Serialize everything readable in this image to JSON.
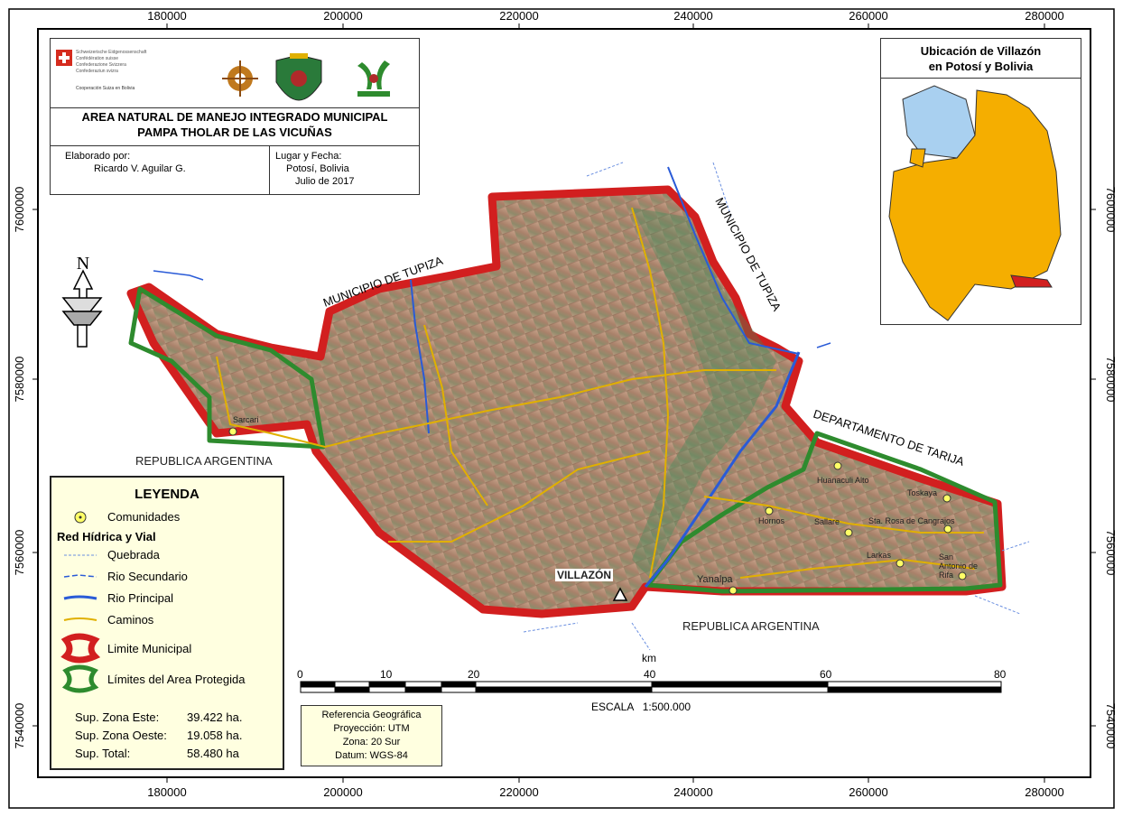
{
  "grid": {
    "x_labels": [
      "180000",
      "200000",
      "220000",
      "240000",
      "260000",
      "280000"
    ],
    "y_labels": [
      "7600000",
      "7580000",
      "7560000",
      "7540000"
    ]
  },
  "title_block": {
    "logo_lines": [
      "Schweizerische Eidgenossenschaft",
      "Confédération suisse",
      "Confederazione Svizzera",
      "Confederaziun svizra"
    ],
    "logo_coop": "Cooperación Suiza en Bolivia",
    "title_line1": "AREA NATURAL DE MANEJO INTEGRADO MUNICIPAL",
    "title_line2": "PAMPA THOLAR DE LAS VICUÑAS",
    "author_label": "Elaborado por:",
    "author": "Ricardo V. Aguilar G.",
    "place_label": "Lugar y Fecha:",
    "place": "Potosí, Bolivia",
    "date": "Julio de 2017"
  },
  "inset": {
    "title_line1": "Ubicación de Villazón",
    "title_line2": "en Potosí y Bolivia"
  },
  "labels": {
    "tupiza_w": "MUNICIPIO DE TUPIZA",
    "tupiza_e": "MUNICIPIO DE TUPIZA",
    "tarija": "DEPARTAMENTO DE TARIJA",
    "argentina_w": "REPUBLICA ARGENTINA",
    "argentina_s": "REPUBLICA ARGENTINA",
    "villazon": "VILLAZÓN",
    "yanalpa": "Yanalpa",
    "sarcari": "Sarcari",
    "huanaculi": "Huanaculi Alto",
    "toskaya": "Toskaya",
    "hornos": "Hornos",
    "sallare": "Sallare",
    "sta_rosa": "Sta. Rosa de Cangrajos",
    "larkas": "Larkas",
    "san_antonio": "San Antonio de Rifa"
  },
  "legend": {
    "title": "LEYENDA",
    "comunidades": "Comunidades",
    "red": "Red Hídrica y Vial",
    "quebrada": "Quebrada",
    "rio_sec": "Rio Secundario",
    "rio_prin": "Rio Principal",
    "caminos": "Caminos",
    "limite_mun": "Limite Municipal",
    "limite_area": "Límites del Area Protegida",
    "sup_este_label": "Sup. Zona Este:",
    "sup_este": "39.422 ha.",
    "sup_oeste_label": "Sup. Zona Oeste:",
    "sup_oeste": "19.058 ha.",
    "sup_total_label": "Sup. Total:",
    "sup_total": "58.480 ha"
  },
  "scale": {
    "unit": "km",
    "ticks": [
      "0",
      "10",
      "20",
      "40",
      "60",
      "80"
    ],
    "text": "ESCALA   1:500.000"
  },
  "reference": {
    "line1": "Referencia Geográfica",
    "line2": "Proyección: UTM",
    "line3": "Zona: 20 Sur",
    "line4": "Datum: WGS-84"
  },
  "north": "N",
  "colors": {
    "municipal": "#d21f1f",
    "protected": "#2e8b2e",
    "road": "#e0b000",
    "river": "#2a5bd7",
    "terrain": "#b58c6e",
    "inset_potosi": "#f5ae00",
    "inset_bolivia": "#a9d0f0"
  }
}
